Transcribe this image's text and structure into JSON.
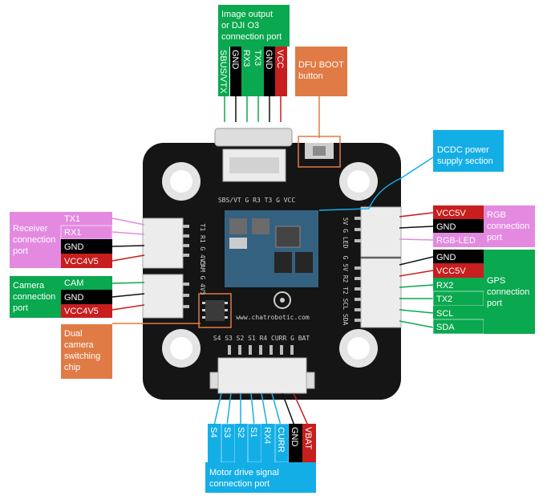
{
  "callouts": {
    "image_output": [
      "Image output",
      "or DJI O3",
      "connection port"
    ],
    "dfu_boot": [
      "DFU BOOT",
      "button"
    ],
    "dcdc": [
      "DCDC power",
      "supply section"
    ],
    "receiver": [
      "Receiver",
      "connection",
      "port"
    ],
    "camera": [
      "Camera",
      "connection",
      "port"
    ],
    "dual_camera": [
      "Dual",
      "camera",
      "switching",
      "chip"
    ],
    "rgb": [
      "RGB",
      "connection",
      "port"
    ],
    "gps": [
      "GPS",
      "connection",
      "port"
    ],
    "motor": [
      "Motor drive signal",
      "connection port"
    ]
  },
  "pins": {
    "image_output": [
      "SBUS/VTX",
      "GND",
      "RX3",
      "TX3",
      "GND",
      "VCC"
    ],
    "receiver": [
      "TX1",
      "RX1",
      "GND",
      "VCC4V5"
    ],
    "camera": [
      "CAM",
      "GND",
      "VCC4V5"
    ],
    "rgb": [
      "VCC5V",
      "GND",
      "RGB-LED"
    ],
    "gps": [
      "GND",
      "VCC5V",
      "RX2",
      "TX2",
      "SCL",
      "SDA"
    ],
    "motor": [
      "S4",
      "S3",
      "S2",
      "S1",
      "RX4",
      "CURR",
      "GND",
      "VBAT"
    ]
  },
  "board": {
    "brand": "www.chatrobotic.com",
    "silk_top": "SBS/VT G R3 T3 G VCC",
    "silk_left1": "T1 R1 G 4V5",
    "silk_left2": "CAM G 4V5",
    "silk_right1": "5V G LED",
    "silk_right2": "G 5V R2 T2 SCL SDA",
    "silk_bottom": "S4 S3 S2 S1 R4 CURR G BAT"
  },
  "colors": {
    "green": "#0aa84f",
    "black": "#000000",
    "red": "#c81e1e",
    "pink": "#e38ae0",
    "orange": "#e07b45",
    "blue": "#14aee6",
    "board": "#151515"
  }
}
